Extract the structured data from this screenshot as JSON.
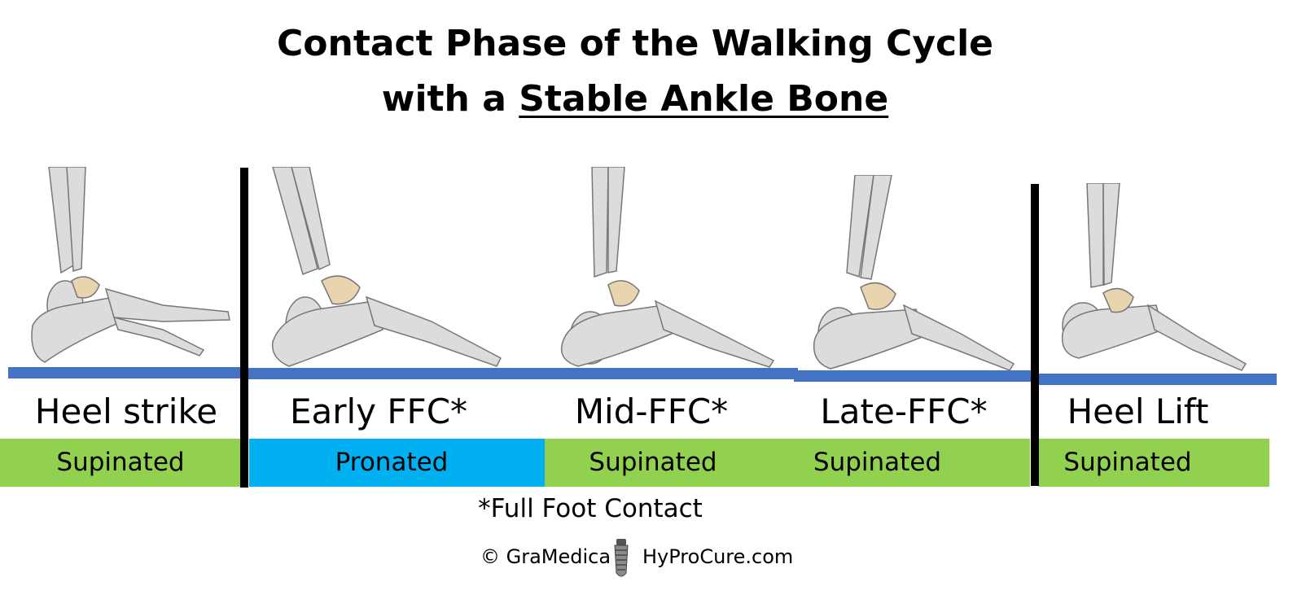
{
  "title": {
    "line1": "Contact Phase of the Walking Cycle",
    "line2_prefix": "with a ",
    "line2_emphasis": "Stable Ankle Bone"
  },
  "phases": [
    {
      "label": "Heel strike",
      "state": "Supinated"
    },
    {
      "label": "Early FFC*",
      "state": "Pronated"
    },
    {
      "label": "Mid-FFC*",
      "state": "Supinated"
    },
    {
      "label": "Late-FFC*",
      "state": "Supinated"
    },
    {
      "label": "Heel Lift",
      "state": "Supinated"
    }
  ],
  "colors": {
    "supinated": "#92d050",
    "pronated": "#00b0f0",
    "ground": "#4472c4",
    "talus": "#e8d5b0",
    "bone": "#dcdcdc"
  },
  "footnote": "*Full Foot Contact",
  "credit": {
    "left": "© GraMedica",
    "right": "HyProCure.com",
    "icon": "implant-icon"
  }
}
